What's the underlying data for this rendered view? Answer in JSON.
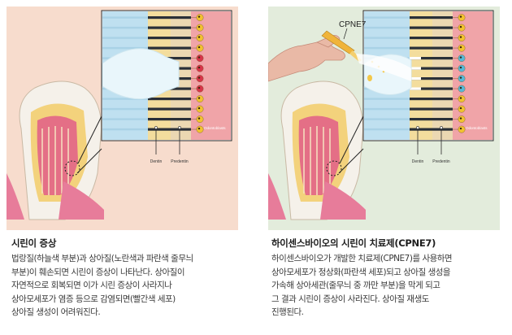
{
  "left_panel": {
    "labels": {
      "dentin": "Dentin",
      "predentin": "Predentin",
      "odontoblasts": "Odontoblasts"
    },
    "caption": {
      "title": "시린이 증상",
      "lines": [
        "법랑질(하늘색 부분)과 상아질(노란색과 파란색 줄무늬",
        "부분)이 훼손되면 시린이 증상이 나타난다. 상아질이",
        "자연적으로 회복되면 이가 시린 증상이 사라지나",
        "상아모세포가 염증 등으로 감염되면(빨간색 세포)",
        "상아질 생성이 어려워진다."
      ]
    }
  },
  "right_panel": {
    "labels": {
      "drug": "CPNE7",
      "dentin": "Dentin",
      "predentin": "Predentin",
      "odontoblasts": "Odontoblasts"
    },
    "caption": {
      "title": "하이센스바이오의 시린이 치료제(CPNE7)",
      "lines": [
        "하이센스바이오가 개발한 치료제(CPNE7)를 사용하면",
        "상아모세포가 정상화(파란색 세포)되고 상아질 생성을",
        "가속해 상아세관(줄무늬 중 까만 부분)을 막게 되고",
        "그 결과 시린이 증상이 사라진다. 상아질 재생도",
        "진행된다."
      ]
    }
  },
  "colors": {
    "left_background": "#f7dccd",
    "right_background": "#e3ecdc",
    "enamel_blue": "#b9dcee",
    "dentin_yellow": "#f1d38e",
    "tubule_dark": "#2a3038",
    "pulp_pink": "#eea3a6",
    "inflamed_cell": "#d8344a",
    "healthy_cell": "#55b8d8",
    "normal_cell": "#f2c230"
  }
}
